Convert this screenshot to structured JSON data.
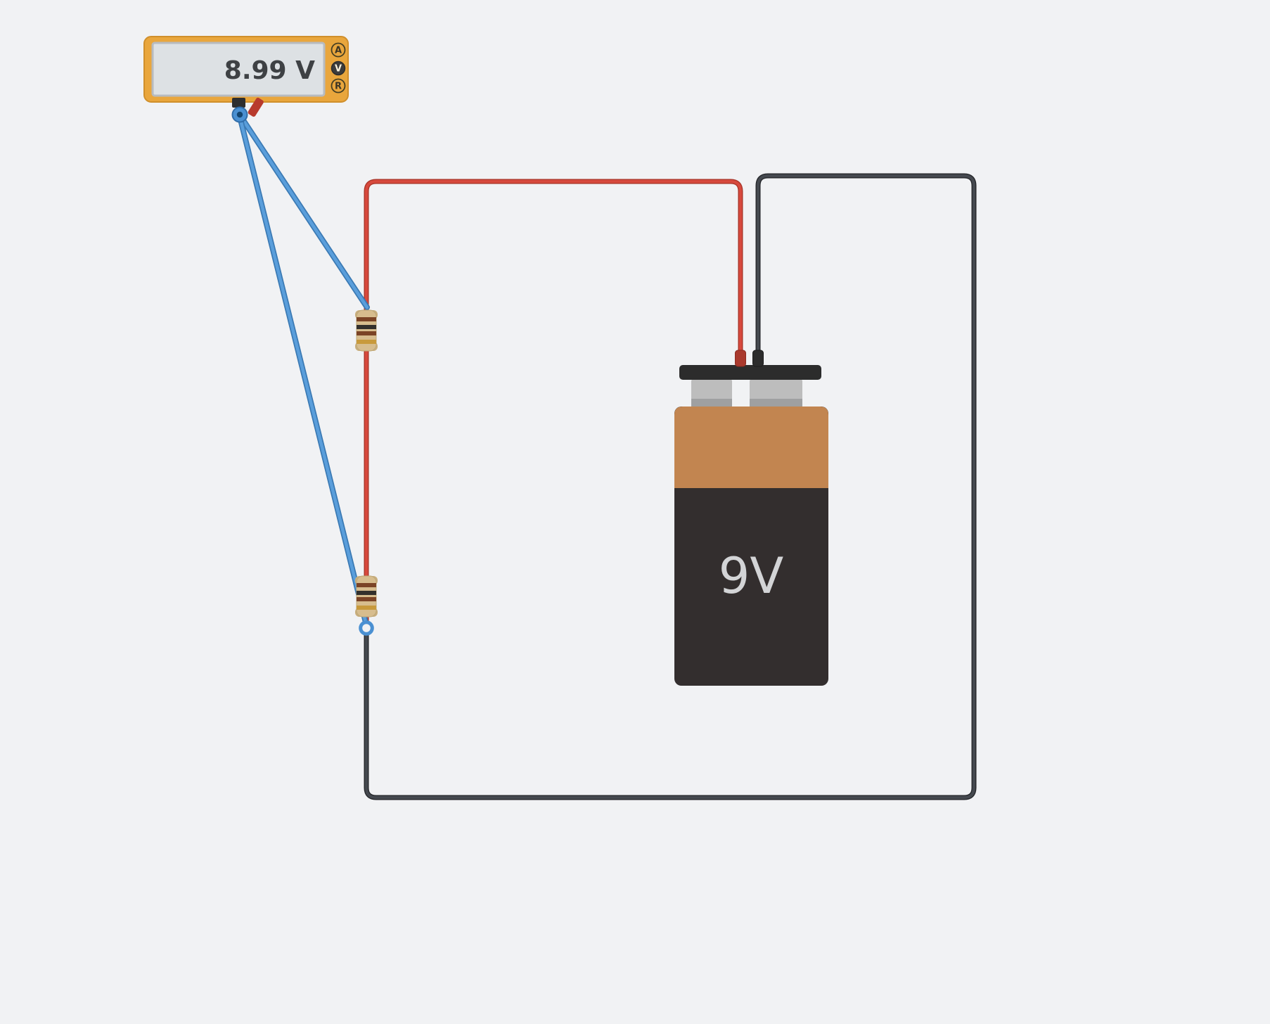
{
  "canvas": {
    "background_color": "#f1f2f4"
  },
  "multimeter": {
    "component": "multimeter",
    "reading": "8.99 V",
    "mode_buttons": [
      {
        "label": "A",
        "selected": false
      },
      {
        "label": "V",
        "selected": true
      },
      {
        "label": "R",
        "selected": false
      }
    ],
    "body_color": "#e9a63c",
    "display_color": "#dde1e4"
  },
  "battery": {
    "component": "9v-battery",
    "label": "9V",
    "jacket_top_color": "#c28550",
    "jacket_bottom_color": "#332e2e",
    "terminal_plate_color": "#2c2c2c"
  },
  "resistors": [
    {
      "component": "resistor-1",
      "bands": [
        "brown",
        "black",
        "brown",
        "gold"
      ],
      "body_color": "#d7bd8e"
    },
    {
      "component": "resistor-2",
      "bands": [
        "brown",
        "black",
        "brown",
        "gold"
      ],
      "body_color": "#d7bd8e"
    }
  ],
  "wires": {
    "red_positive": {
      "color": "#d7493d",
      "outline": "#aa3529"
    },
    "red_middle": {
      "color": "#d7493d",
      "outline": "#aa3529"
    },
    "black_negative": {
      "color": "#45494f",
      "outline": "#26282b"
    },
    "blue_probe_top": {
      "color": "#5a9edb",
      "outline": "#3a79b3"
    },
    "blue_probe_bottom": {
      "color": "#5a9edb",
      "outline": "#3a79b3"
    }
  },
  "connectors": {
    "meter_probe_node_color": "#4a90d2",
    "junction_ring_color": "#4a90d2"
  },
  "band_colors": {
    "brown": "#7b4426",
    "black": "#33302c",
    "gold": "#c89a3c"
  }
}
